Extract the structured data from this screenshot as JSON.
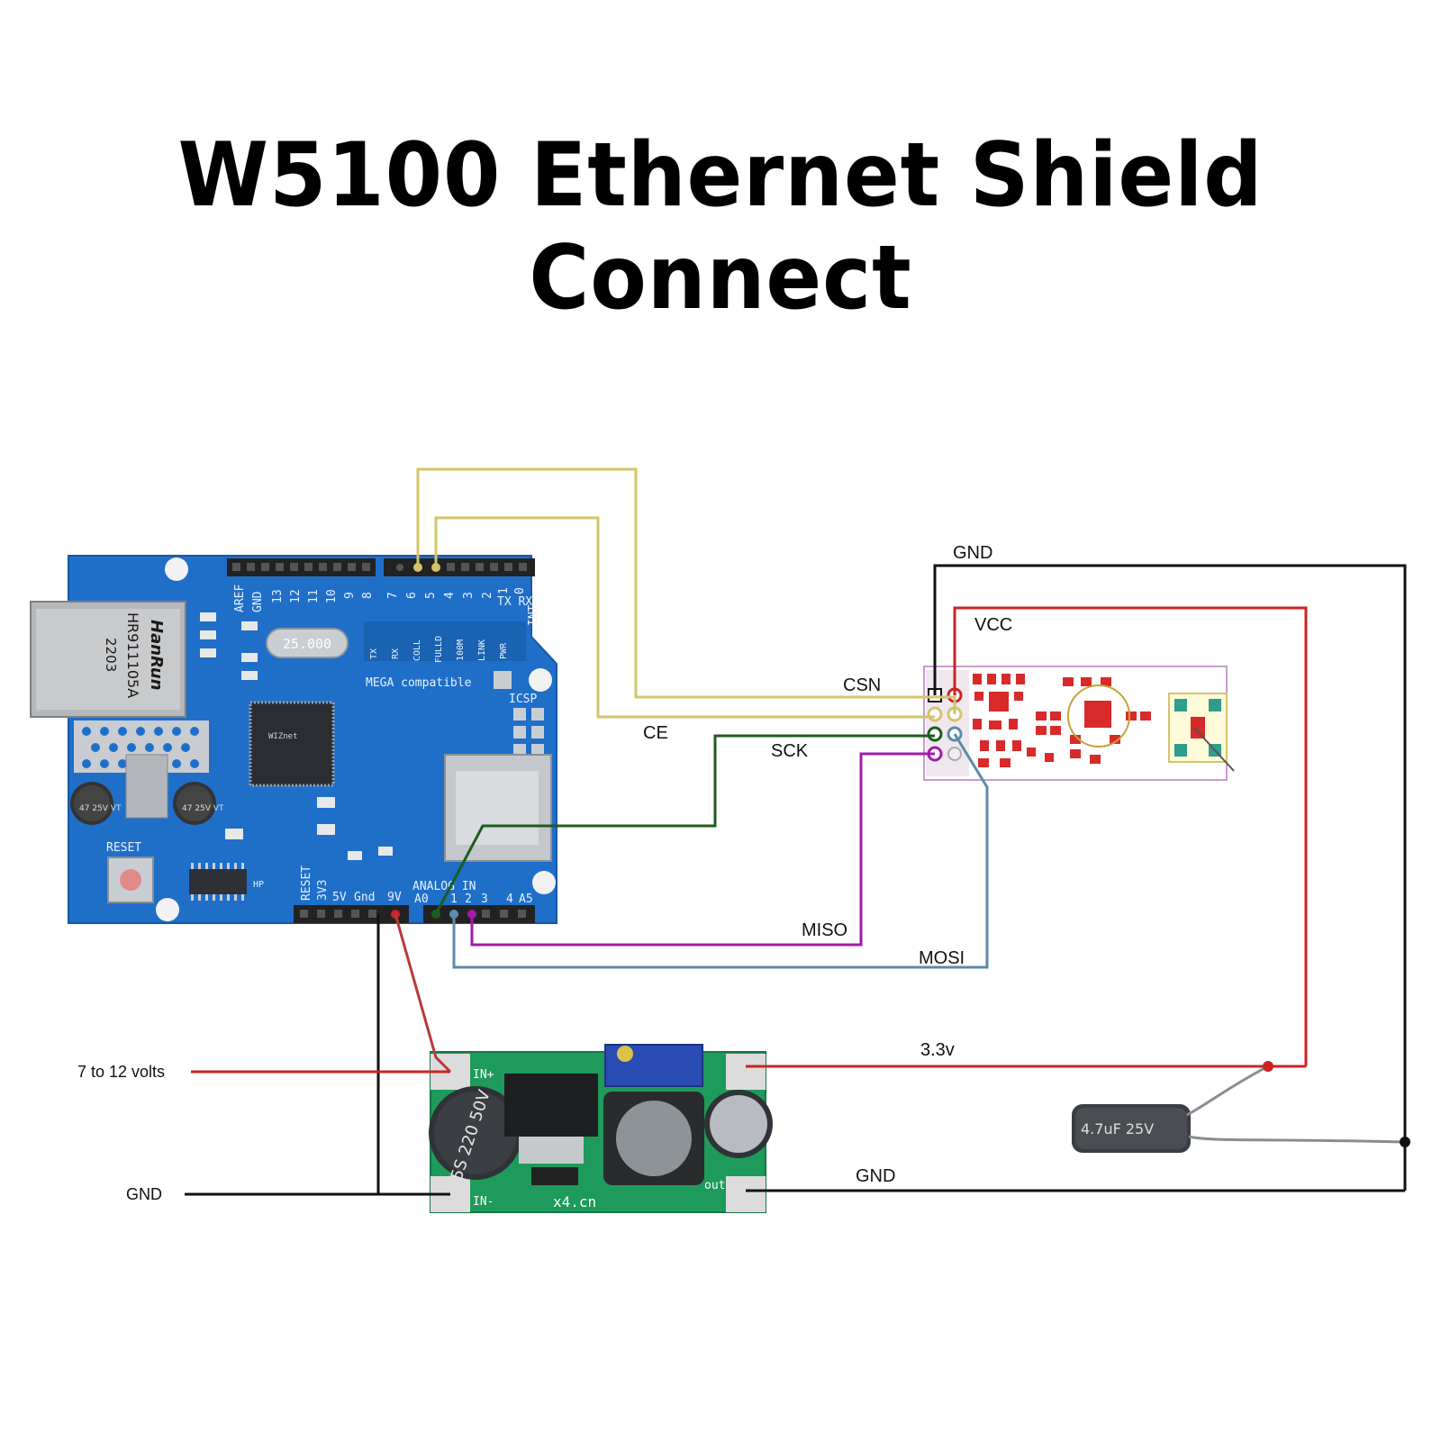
{
  "title": "W5100 Ethernet Shield Connect",
  "wire_labels": {
    "csn": "CSN",
    "ce": "CE",
    "sck": "SCK",
    "miso": "MISO",
    "mosi": "MOSI",
    "gnd_top": "GND",
    "vcc": "VCC",
    "v33": "3.3v",
    "gnd_bottom": "GND",
    "input_voltage": "7 to 12 volts",
    "gnd_left": "GND"
  },
  "shield_silkscreen": {
    "aref": "AREF",
    "gnd": "GND",
    "digital_pins": [
      "13",
      "12",
      "11",
      "10",
      "9",
      "8",
      "7",
      "6",
      "5",
      "4",
      "3",
      "2",
      "1",
      "0"
    ],
    "tx_rx": "TX RX",
    "int": "INT",
    "leds": [
      "TX",
      "RX",
      "COLL",
      "FULLD",
      "100M",
      "LINK",
      "PWR"
    ],
    "mega": "MEGA compatible",
    "icsp": "ICSP",
    "crystal": "25.000",
    "power_pins": [
      "RESET",
      "3V3",
      "5V",
      "Gnd",
      "9V"
    ],
    "analog": "ANALOG IN",
    "analog_pins": [
      "A0",
      "1",
      "2",
      "3",
      "4",
      "A5"
    ],
    "reset": "RESET",
    "hp": "HP",
    "rj45_brand": "HanRun",
    "rj45_part": "HR911105A",
    "rj45_code": "2203",
    "cap_left": "47 25V VT",
    "cap_right": "47 25V VT"
  },
  "regulator_silkscreen": {
    "in_plus": "IN+",
    "in_minus": "IN-",
    "out": "out",
    "cap": "5S 220 50V",
    "site": "x4.cn"
  },
  "capacitor_label": "4.7uF 25V",
  "colors": {
    "yellow_wire": "#d4c46a",
    "green_wire": "#1e5c1e",
    "purple_wire": "#a21aa8",
    "blue_wire": "#5c8aa8",
    "red_wire": "#cc2222",
    "black_wire": "#111111",
    "pcb_blue": "#1f6fc9",
    "pcb_green": "#1e9a5a",
    "module_red": "#d82a2a"
  }
}
